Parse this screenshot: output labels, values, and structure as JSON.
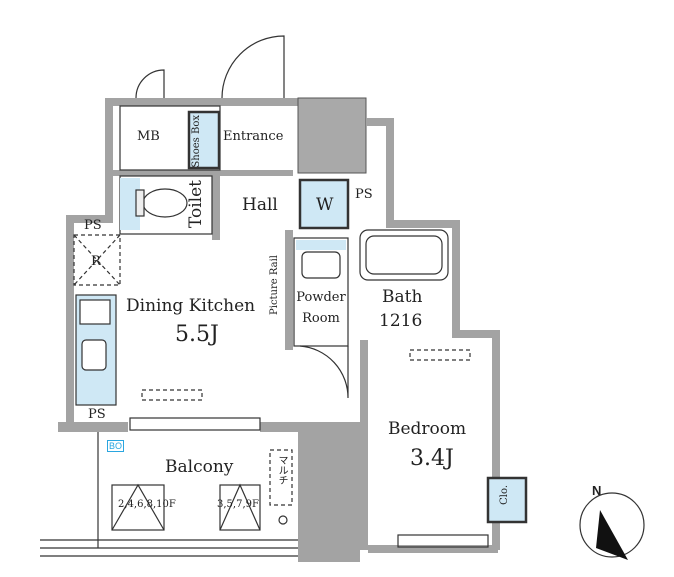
{
  "rooms": {
    "mb": "MB",
    "shoes_box": "Shoes Box",
    "entrance": "Entrance",
    "toilet": "Toilet",
    "hall": "Hall",
    "w": "W",
    "ps_top": "PS",
    "ps_left": "PS",
    "ps_bottom": "PS",
    "r": "R",
    "dining_kitchen": "Dining Kitchen",
    "dining_kitchen_size": "5.5J",
    "picture_rail": "Picture Rail",
    "powder_room": "Powder Room",
    "bath": "Bath",
    "bath_size": "1216",
    "bedroom": "Bedroom",
    "bedroom_size": "3.4J",
    "clo": "Clo.",
    "balcony": "Balcony",
    "bo": "BO",
    "floors_a": "2,4,6,8,10F",
    "floors_b": "3,5,7,9F",
    "multi": "マルチ"
  },
  "compass": {
    "label": "N"
  },
  "colors": {
    "wall": "#a3a3a3",
    "fixture": "#cfe8f5",
    "line": "#333333"
  }
}
